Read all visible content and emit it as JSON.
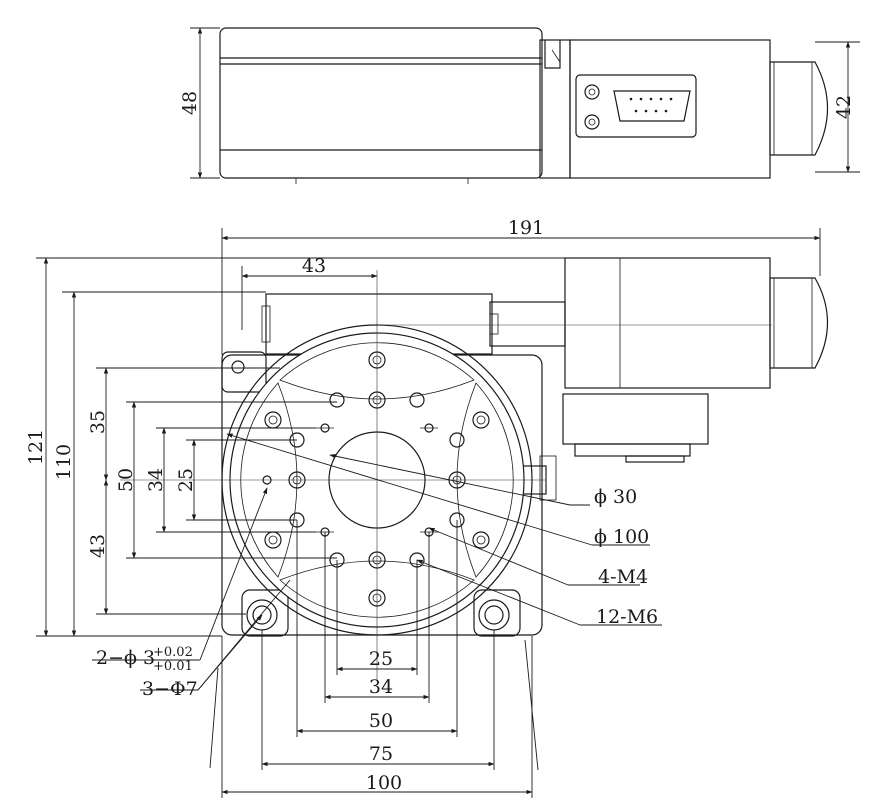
{
  "top_view": {
    "height_dim": "48",
    "motor_height_dim": "42"
  },
  "plan_view": {
    "overall_length": "191",
    "overall_height": "121",
    "inner_height": "110",
    "top_offset": "43",
    "left_dims": [
      "35",
      "50",
      "34",
      "25",
      "43"
    ],
    "bottom_dims": [
      "25",
      "34",
      "50",
      "75",
      "100"
    ],
    "callouts": {
      "center_bore": "ϕ 30",
      "table_dia": "ϕ 100",
      "m4_holes": "4-M4",
      "m6_holes": "12-M6",
      "pin_holes_main": "2−ϕ 3",
      "pin_tol_upper": "+0.02",
      "pin_tol_lower": "+0.01",
      "mount_holes": "3−Φ7"
    }
  }
}
